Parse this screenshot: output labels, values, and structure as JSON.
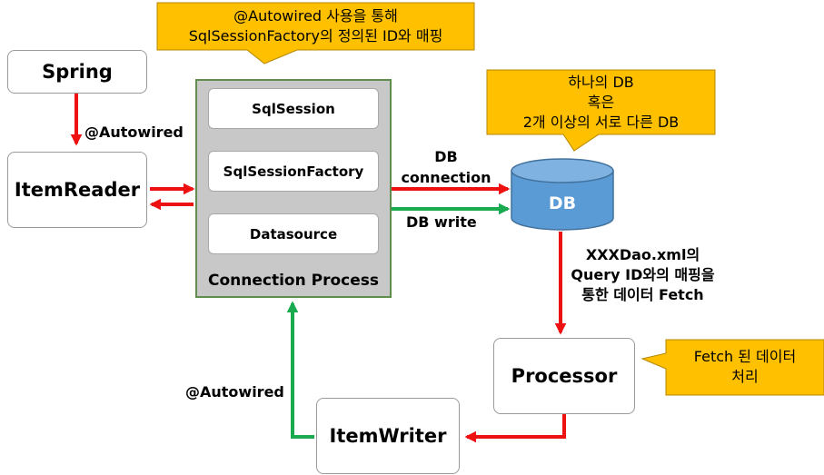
{
  "callouts": {
    "top": [
      "@Autowired 사용을 통해",
      "SqlSessionFactory의 정의된 ID와 매핑"
    ],
    "db": [
      "하나의 DB",
      "혹은",
      "2개 이상의 서로 다른 DB"
    ],
    "fetch": [
      "Fetch 된 데이터",
      "처리"
    ]
  },
  "nodes": {
    "spring": "Spring",
    "item_reader": "ItemReader",
    "processor": "Processor",
    "item_writer": "ItemWriter",
    "db": "DB"
  },
  "process": {
    "title": "Connection Process",
    "steps": [
      "SqlSession",
      "SqlSessionFactory",
      "Datasource"
    ]
  },
  "edge_labels": {
    "spring_to_reader": "@Autowired",
    "db_connection": [
      "DB",
      "connection"
    ],
    "db_write": "DB write",
    "db_to_processor": [
      "XXXDao.xml의",
      "Query ID와의 매핑을",
      "통한 데이터 Fetch"
    ],
    "writer_to_process": "@Autowired"
  },
  "colors": {
    "callout_fill": "#ffc000",
    "process_fill": "#c8c8c8",
    "process_border": "#5f8d4e",
    "db_fill": "#5b9bd5",
    "red_arrow": "#ee1111",
    "green_arrow": "#1aaa50"
  }
}
